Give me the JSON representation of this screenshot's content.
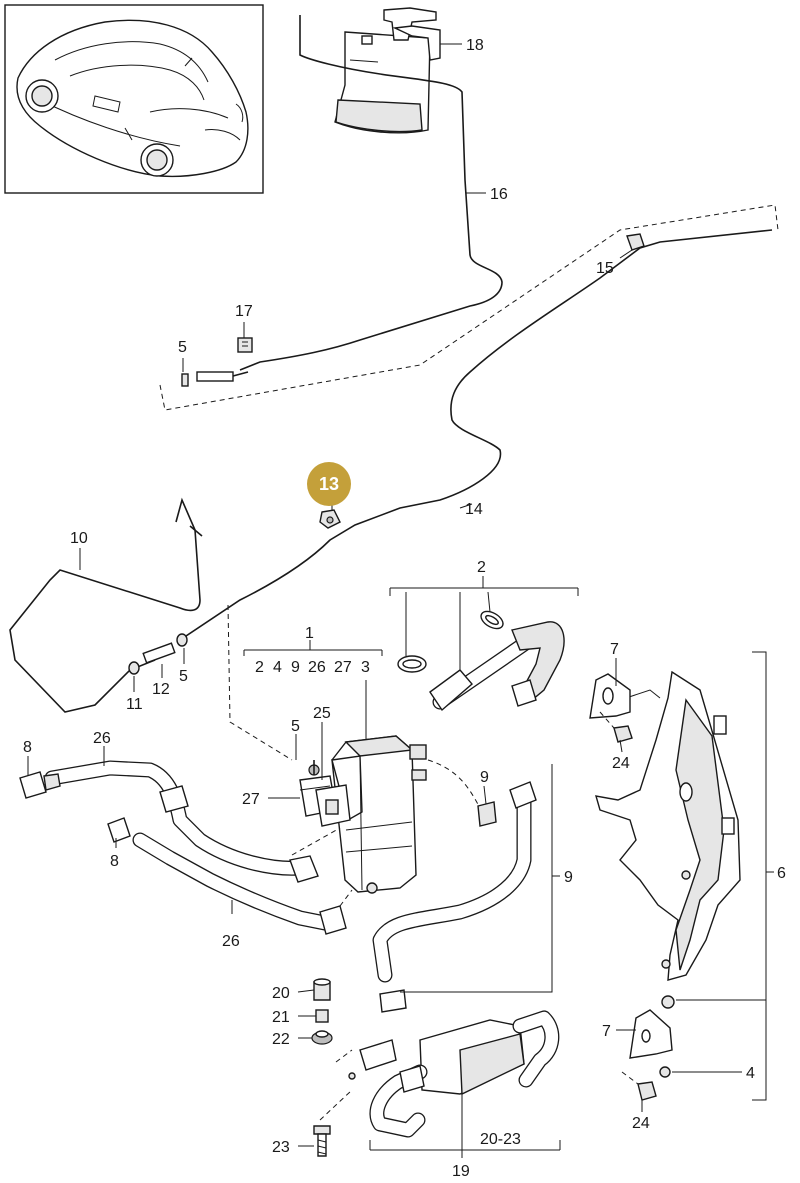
{
  "diagram": {
    "inset_box": "vehicle-overview",
    "highlight": {
      "number": "13",
      "color": "#c4a03a",
      "text_color": "#ffffff"
    },
    "parts": {
      "p1": "1",
      "p1_sub": [
        "2",
        "4",
        "9",
        "26",
        "27",
        "3"
      ],
      "p2": "2",
      "p4": "4",
      "p5a": "5",
      "p5b": "5",
      "p5c": "5",
      "p6": "6",
      "p7a": "7",
      "p7b": "7",
      "p8a": "8",
      "p8b": "8",
      "p9a": "9",
      "p9b": "9",
      "p10": "10",
      "p11": "11",
      "p12": "12",
      "p14": "14",
      "p15": "15",
      "p16": "16",
      "p17": "17",
      "p18": "18",
      "p19": "19",
      "p20": "20",
      "p20_23": "20-23",
      "p21": "21",
      "p22": "22",
      "p23": "23",
      "p24a": "24",
      "p24b": "24",
      "p25": "25",
      "p26a": "26",
      "p26b": "26",
      "p27": "27"
    }
  }
}
